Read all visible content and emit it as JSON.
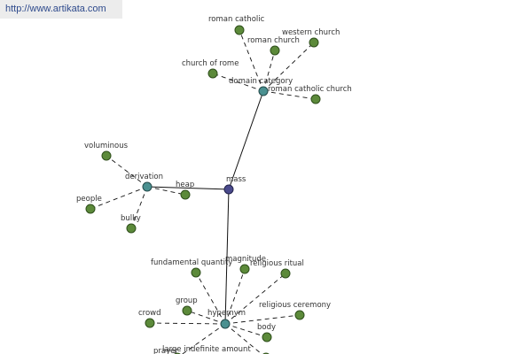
{
  "source_url": "http://www.artikata.com",
  "colors": {
    "leaf": "#5c8a3a",
    "hub": "#4a9090",
    "center": "#4a4a8c"
  },
  "graph": {
    "center": "mass",
    "hubs": [
      "domain category",
      "derivation",
      "hypernym"
    ],
    "groups": [
      {
        "hub": "domain category",
        "leaves": [
          "roman catholic",
          "roman church",
          "western church",
          "church of rome",
          "roman catholic church"
        ]
      },
      {
        "hub": "derivation",
        "leaves": [
          "voluminous",
          "heap",
          "people",
          "bulky"
        ]
      },
      {
        "hub": "hypernym",
        "leaves": [
          "fundamental quantity",
          "magnitude",
          "religious ritual",
          "group",
          "crowd",
          "religious ceremony",
          "body",
          "large indefinite amount",
          "prayer"
        ]
      }
    ]
  }
}
